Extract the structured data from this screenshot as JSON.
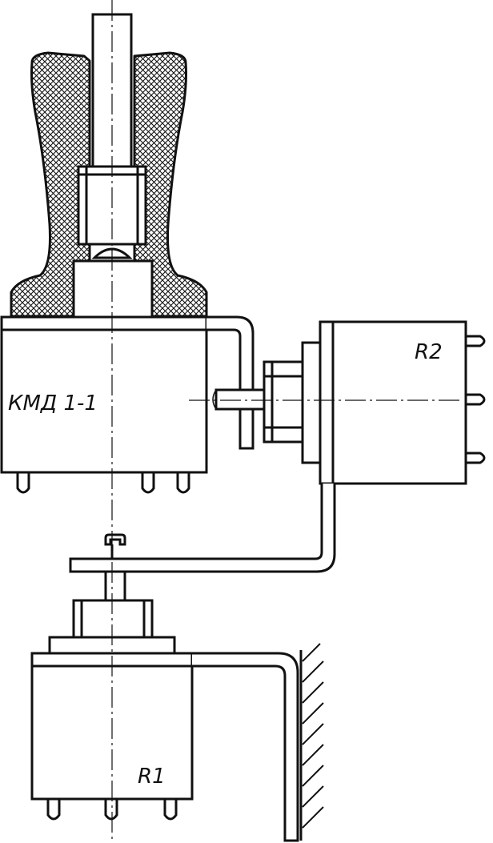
{
  "labels": {
    "switch": "КМД 1-1",
    "pot_r2": "R2",
    "pot_r1": "R1"
  },
  "colors": {
    "ink": "#111111",
    "paper": "#ffffff"
  }
}
